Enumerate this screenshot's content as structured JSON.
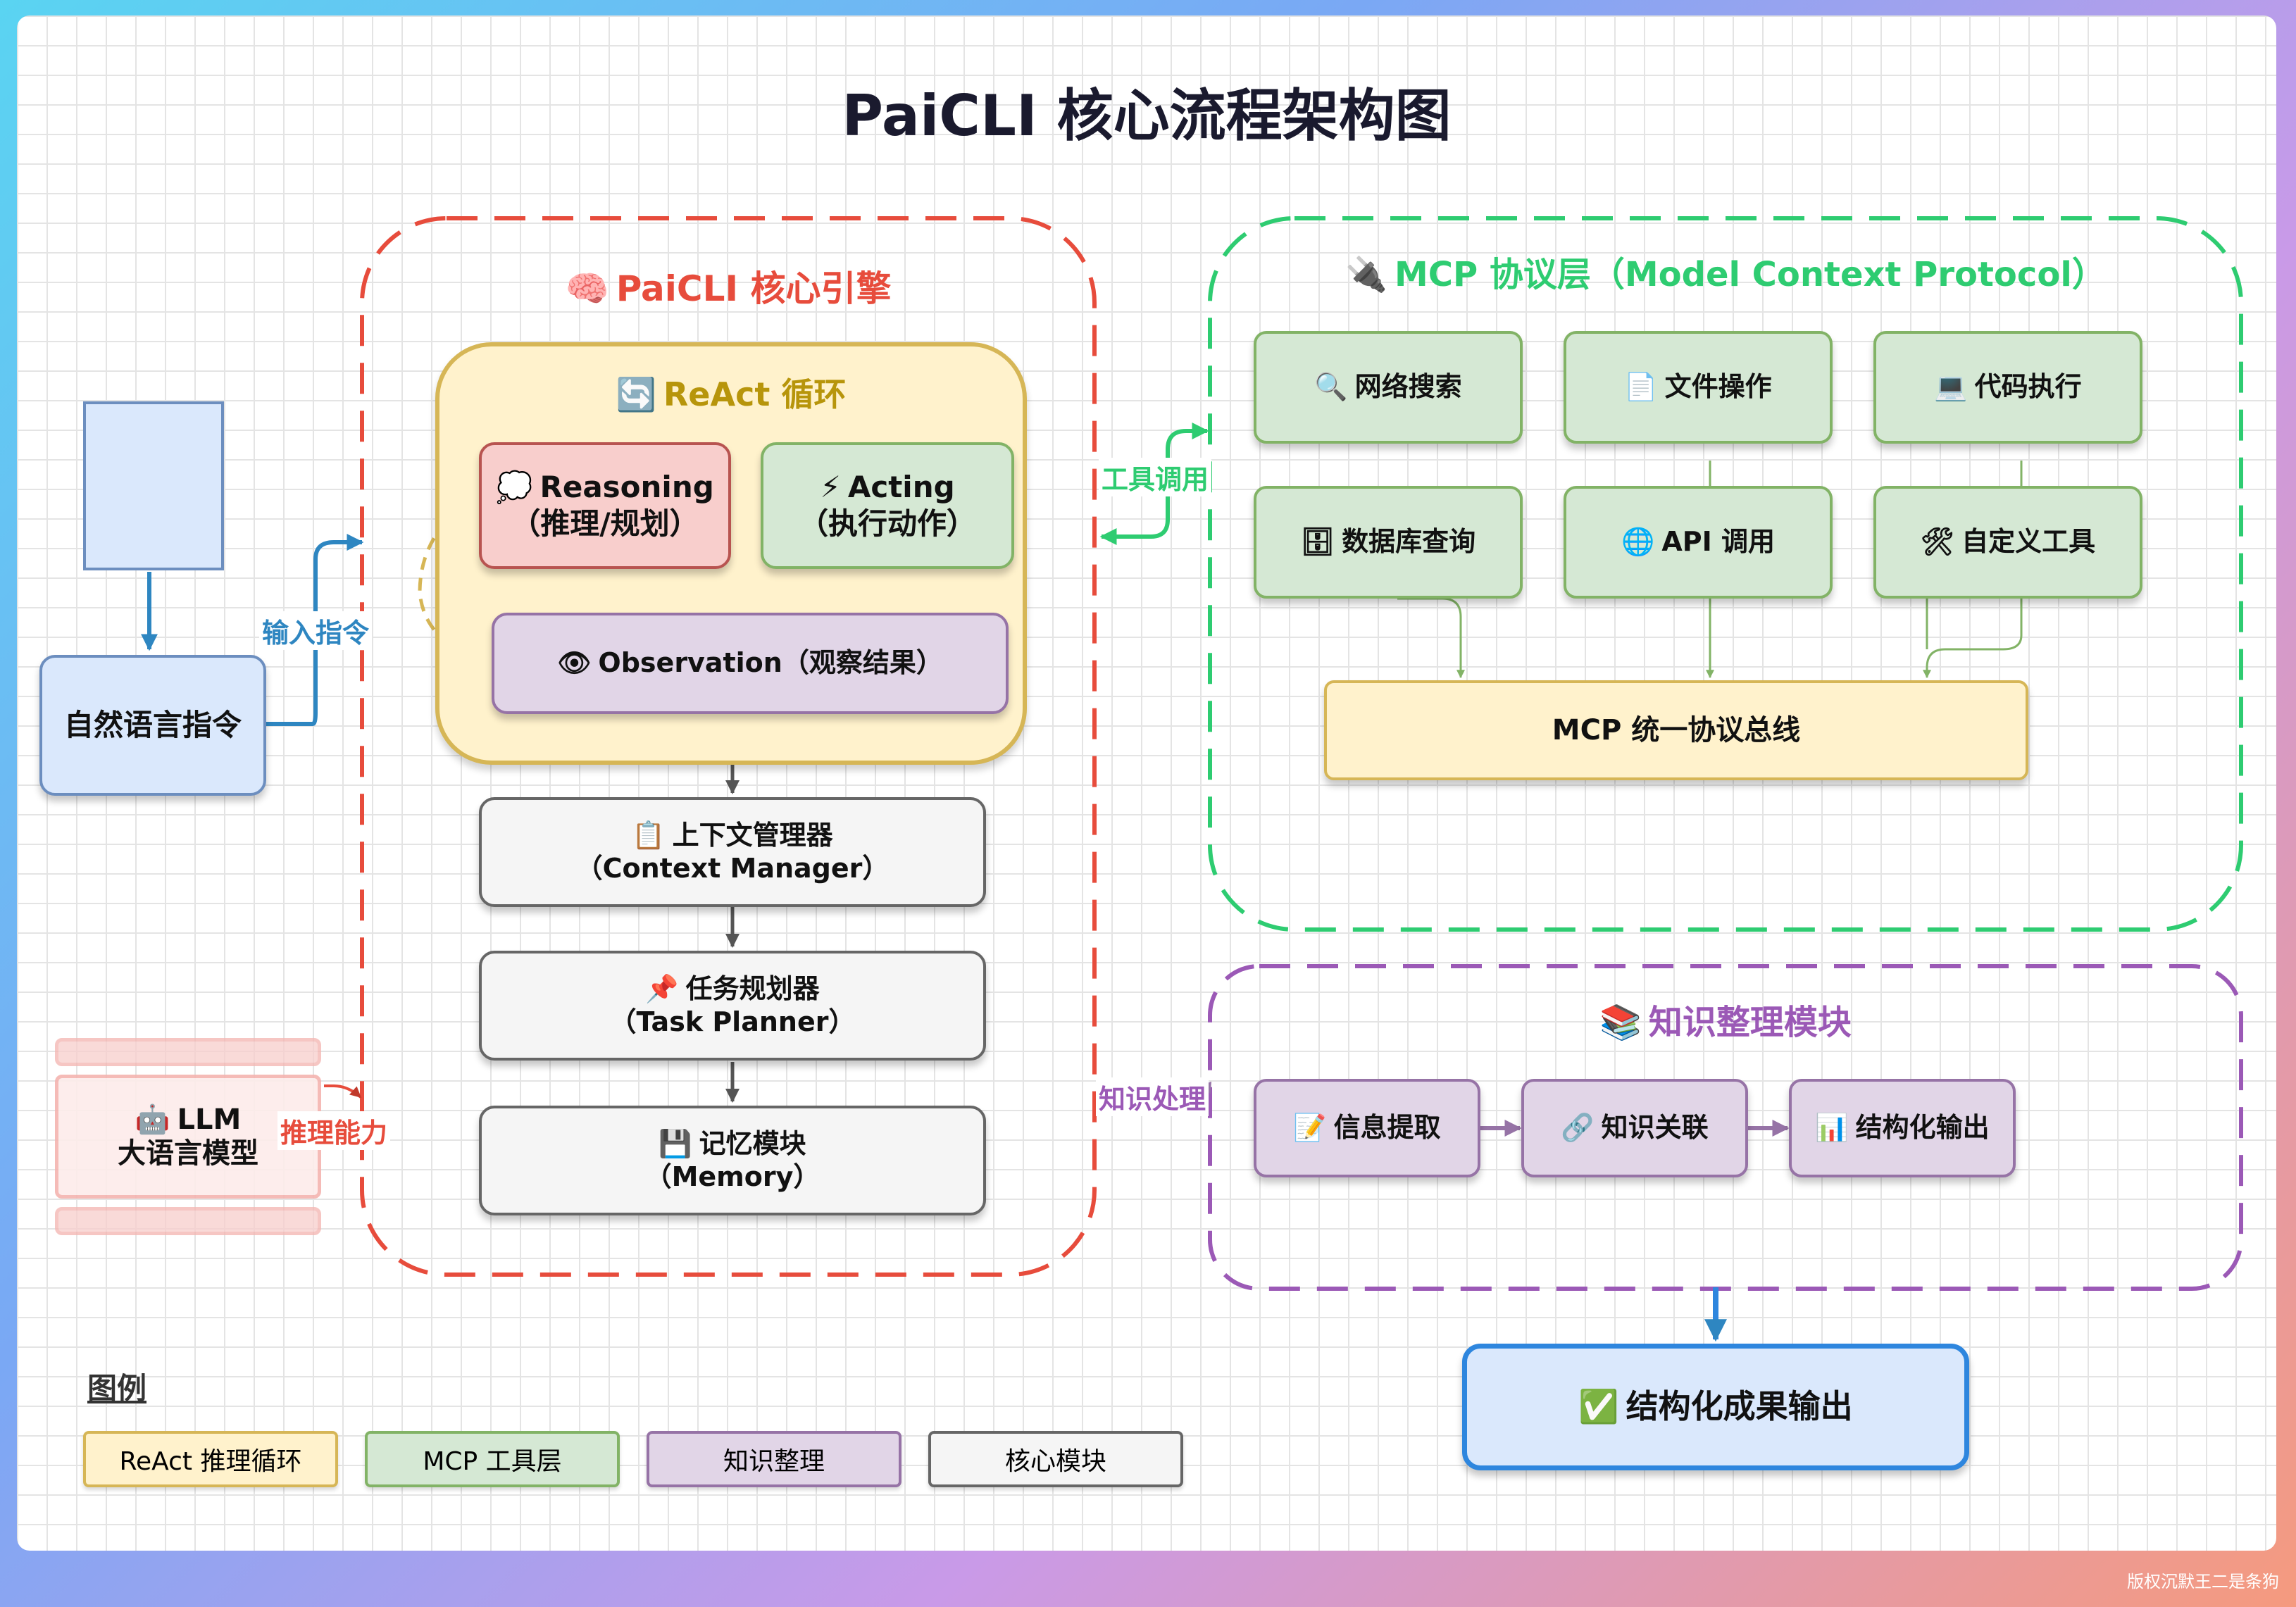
{
  "title": "PaiCLI 核心流程架构图",
  "input": {
    "instruction": "自然语言指令",
    "edge_input": "输入指令"
  },
  "llm": {
    "line1": "LLM",
    "line2": "大语言模型",
    "icon": "robot-icon",
    "edge": "推理能力"
  },
  "engine": {
    "title": "PaiCLI 核心引擎",
    "icon": "brain-icon",
    "react": {
      "title": "ReAct 循环",
      "icon": "cycle-icon",
      "reasoning": {
        "line1": "Reasoning",
        "line2": "（推理/规划）",
        "icon": "thought-bubble-icon"
      },
      "acting": {
        "line1": "Acting",
        "line2": "（执行动作）",
        "icon": "lightning-icon"
      },
      "observation": {
        "label": "Observation（观察结果）",
        "icon": "eye-icon"
      }
    },
    "modules": [
      {
        "line1": "上下文管理器",
        "line2": "（Context Manager）",
        "icon": "clipboard-icon"
      },
      {
        "line1": "任务规划器",
        "line2": "（Task Planner）",
        "icon": "pushpin-icon"
      },
      {
        "line1": "记忆模块",
        "line2": "（Memory）",
        "icon": "floppy-disk-icon"
      }
    ]
  },
  "mcp": {
    "title": "MCP 协议层（Model Context Protocol）",
    "icon": "plug-icon",
    "edge_tool_call": "工具调用",
    "tools": [
      {
        "label": "网络搜索",
        "icon": "magnifier-icon"
      },
      {
        "label": "文件操作",
        "icon": "document-icon"
      },
      {
        "label": "代码执行",
        "icon": "laptop-icon"
      },
      {
        "label": "数据库查询",
        "icon": "file-cabinet-icon"
      },
      {
        "label": "API 调用",
        "icon": "globe-icon"
      },
      {
        "label": "自定义工具",
        "icon": "tools-icon"
      }
    ],
    "bus": "MCP 统一协议总线"
  },
  "knowledge": {
    "title": "知识整理模块",
    "icon": "books-icon",
    "edge_process": "知识处理",
    "steps": [
      {
        "label": "信息提取",
        "icon": "memo-icon"
      },
      {
        "label": "知识关联",
        "icon": "link-icon"
      },
      {
        "label": "结构化输出",
        "icon": "bar-chart-icon"
      }
    ]
  },
  "output": {
    "label": "结构化成果输出",
    "icon": "check-mark-icon"
  },
  "legend": {
    "title": "图例",
    "items": [
      "ReAct 推理循环",
      "MCP 工具层",
      "知识整理",
      "核心模块"
    ]
  },
  "watermark": "版权沉默王二是条狗",
  "colors": {
    "engine": "#e74c3c",
    "mcp": "#2ecc71",
    "knowledge": "#9b59b6",
    "react_title": "#b7950b",
    "input_arrow": "#2e86c1",
    "output_arrow": "#2e86de"
  }
}
